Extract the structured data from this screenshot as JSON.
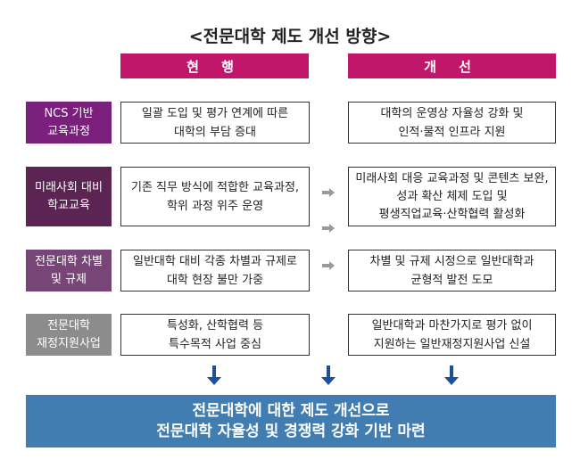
{
  "title": "<전문대학 제도 개선 방향>",
  "headers": {
    "current": "현 행",
    "improvement": "개 선"
  },
  "rows": [
    {
      "label": [
        "NCS 기반",
        "교육과정"
      ],
      "current": [
        "일괄 도입 및 평가 연계에 따른",
        "대학의 부담 증대"
      ],
      "improvement": [
        "대학의 운영상 자율성 강화 및",
        "인적·물적 인프라 지원"
      ]
    },
    {
      "label": [
        "미래사회 대비",
        "학교교육"
      ],
      "current": [
        "기존 직무 방식에 적합한 교육과정,",
        "학위 과정 위주 운영"
      ],
      "improvement": [
        "미래사회 대응 교육과정 및 콘텐츠 보완,",
        "성과 확산 체제 도입 및",
        "평생직업교육·산학협력 활성화"
      ]
    },
    {
      "label": [
        "전문대학 차별",
        "및 규제"
      ],
      "current": [
        "일반대학 대비 각종 차별과 규제로",
        "대학 현장 불만 가중"
      ],
      "improvement": [
        "차별 및 규제 시정으로 일반대학과",
        "균형적 발전 도모"
      ]
    },
    {
      "label": [
        "전문대학",
        "재정지원사업"
      ],
      "current": [
        "특성화, 산학협력 등",
        "특수목적 사업 중심"
      ],
      "improvement": [
        "일반대학과 마찬가지로 평가 없이",
        "지원하는 일반재정지원사업 신설"
      ]
    }
  ],
  "conclusion": [
    "전문대학에 대한 제도 개선으로",
    "전문대학 자율성 및 경쟁력 강화 기반 마련"
  ],
  "colors": {
    "header": "#c0176b",
    "label1": "#7b1f7d",
    "label2": "#5b2452",
    "label3": "#774677",
    "label4": "#8c8c8c",
    "conclusion": "#417db1",
    "arrow_down": "#1d4f9b",
    "arrow_right": "#9a9a9a"
  }
}
